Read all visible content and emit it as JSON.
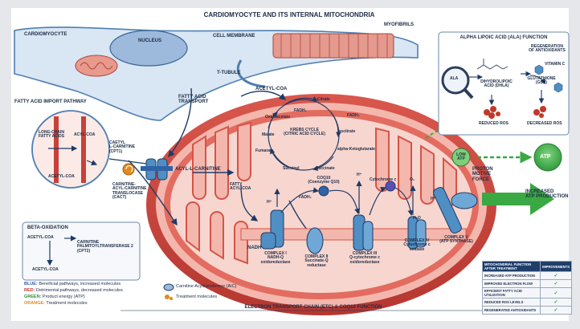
{
  "title": "CARDIOMYOCYTE AND ITS INTERNAL MITOCHONDRIA",
  "labels": {
    "cardiomyocyte": "CARDIOMYOCYTE",
    "nucleus": "NUCLEUS",
    "cell_membrane": "CELL MEMBRANE",
    "myofibrils": "MYOFIBRILS",
    "t_tubule": "T-TUBULE",
    "fatty_acid_transport": "FATTY ACID\nTRANSPORT",
    "acetyl_coa_top": "ACETYL-COA",
    "acyl_l_carnitine": "ACYL-L-CARNITINE",
    "fatty_acyl_coa": "FATTY\nACYL-COA",
    "nadh": "NADH",
    "h_plus": "H⁺",
    "proton_motive_force": "PROTON\nMOTIVE\nFORCE",
    "low_atp": "LOW\nATP",
    "atp": "ATP",
    "increased_atp_production": "INCREASED\nATP PRODUCTION",
    "etc_footer": "ELECTRON TRANSPORT CHAIN (ETC) & COQ10 FUNCTION",
    "coq10": "COQ10\n(Coenzyme Q10)",
    "cytochrome_c": "Cytochrome c",
    "h2o": "H₂O",
    "o2": "O₂"
  },
  "krebs": {
    "title": "KREBS CYCLE\n(CITRIC ACID CYCLE)",
    "citrate": "Citrate",
    "isocitrate": "Isocitrate",
    "alpha_kg": "alpha-Ketoglutarate",
    "succinate": "Succinate",
    "succinyl": "Succinyl",
    "fumarate": "Fumarate",
    "malate": "Malate",
    "oxaloacetate": "Oxaloacetate",
    "fadh2_a": "FADH₂",
    "fadh2_b": "FADH₂"
  },
  "complexes": {
    "c1": "COMPLEX I\nNADH-Q\noxidoreductase",
    "c2": "COMPLEX II\nSuccinate-Q\nreductase",
    "c3": "COMPLEX III\nQ-cytochrome c\noxidoreductase",
    "c4": "COMPLEX IV\nCytochrome c\noxidase",
    "c5": "COMPLEX V\n(ATP SYNTHASE)"
  },
  "fa_import": {
    "title": "FATTY ACID IMPORT PATHWAY",
    "long_chain": "LONG-CHAIN\nFATTY ACIDS",
    "acyl_coa": "ACYL-COA",
    "acetyl_coa": "ACETYL-COA",
    "cpt1": "CAETYL\nL-CARNITINE\n(CPT1)",
    "cact": "CARNITINE-\nACYL-CARNITINE\nTRANSLOCASE\n(CACT)"
  },
  "beta_ox": {
    "title": "BETA-OXIDATION",
    "acetyl_coa_in": "ACETYL-COA",
    "cpt2": "CARNITINE\nPALMITOYLTRANSFERASE 2\n(CPT2)",
    "acetyl_coa_out": "ACETYL-COA"
  },
  "ala": {
    "title": "ALPHA LIPOIC ACID (ALA) FUNCTION",
    "ala": "ALA",
    "dhla": "DIHYDROLIPOIC\nACID (DHLA)",
    "regen": "REGENERATION\nOF ANTIOXIDANTS",
    "vit_c": "VITAMIN C",
    "glutathione": "GLUTATHIONE\n(GSH)",
    "reduced_ros": "REDUCED ROS",
    "decreased_ros": "DECREASED ROS"
  },
  "legend": [
    {
      "key": "BLUE:",
      "text": "Beneficial pathways, increased molecules",
      "color": "#2a5fa8"
    },
    {
      "key": "RED:",
      "text": "Detrimental pathways, decreased molecules",
      "color": "#c0392b"
    },
    {
      "key": "GREEN:",
      "text": "Product energy (ATP)",
      "color": "#2f8c3a"
    },
    {
      "key": "ORANGE:",
      "text": "Treatment molecules",
      "color": "#e08a1e"
    }
  ],
  "legend_symbols": {
    "alc": "Carnitine Acyltransferase (AIC)",
    "treatment": "Treatment molecules"
  },
  "table": {
    "headers": [
      "MITOCHONDRIAL FUNCTION AFTER TREATMENT",
      "IMPROVEMENTS"
    ],
    "rows": [
      "INCREASED ATP PRODUCTION",
      "IMPROVED ELECTRON FLOW",
      "EFFICIENT FATTY ACID UTILIZATION",
      "REDUCED ROS LEVELS",
      "REGENERATED ANTIOXIDANTS"
    ],
    "check": "✓"
  },
  "colors": {
    "membrane_red": "#c8413a",
    "membrane_pink": "#e98b80",
    "matrix_pink": "#f6cfc8",
    "protein_blue": "#4f8fc4",
    "arrow_navy": "#1e3a66",
    "atp_green": "#3aa843"
  }
}
